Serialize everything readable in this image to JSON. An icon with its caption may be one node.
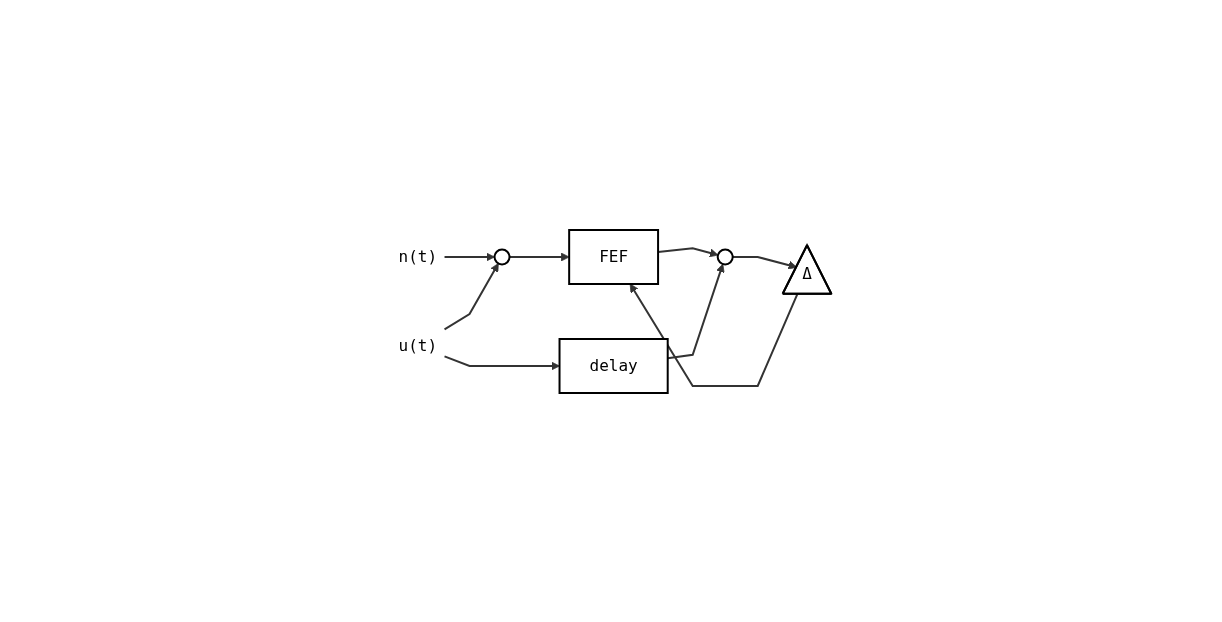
{
  "diagram": {
    "nodes": [
      {
        "text": [
          "n(t)"
        ]
      },
      {
        "text": [
          "Δ"
        ]
      },
      {
        "text": [
          "u(t)"
        ]
      },
      {
        "text": [],
        "shape": "circle"
      },
      {
        "text": [
          "FEF"
        ]
      },
      {
        "text": [],
        "shape": "circle"
      },
      {
        "text": [
          "delay"
        ]
      }
    ],
    "edges": [
      {
        "from": 0,
        "to": 3,
        "arrow": "to"
      },
      {
        "from": 2,
        "to": 3,
        "arrow": "to"
      },
      {
        "from": 2,
        "to": 6,
        "arrow": "to"
      },
      {
        "from": 3,
        "to": 4,
        "arrow": "to"
      },
      {
        "from": 4,
        "to": 5,
        "arrow": "to"
      },
      {
        "from": 6,
        "to": 5,
        "arrow": "to"
      },
      {
        "from": 5,
        "to": 1,
        "arrow": "to"
      },
      {
        "from": 1,
        "to": 4,
        "arrow": "to"
      }
    ]
  }
}
